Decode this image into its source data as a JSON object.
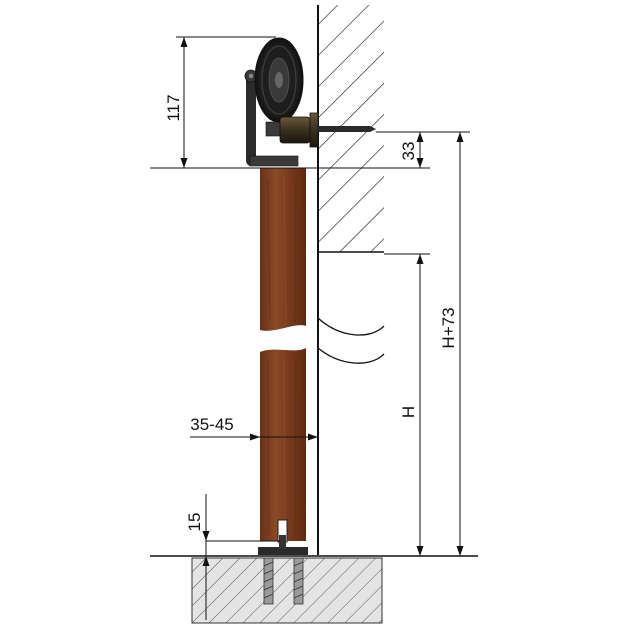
{
  "dimensions": {
    "hanger_height": "117",
    "bolt_offset": "33",
    "total_height": "H+73",
    "door_height": "H",
    "door_thickness": "35-45",
    "floor_gap": "15"
  },
  "colors": {
    "wood": "#7a3b1e",
    "wood_dark": "#5a2a12",
    "metal": "#2b2b2b",
    "line": "#111111",
    "wall_hatch": "#222222",
    "floor_fill": "#dcdcdc"
  }
}
